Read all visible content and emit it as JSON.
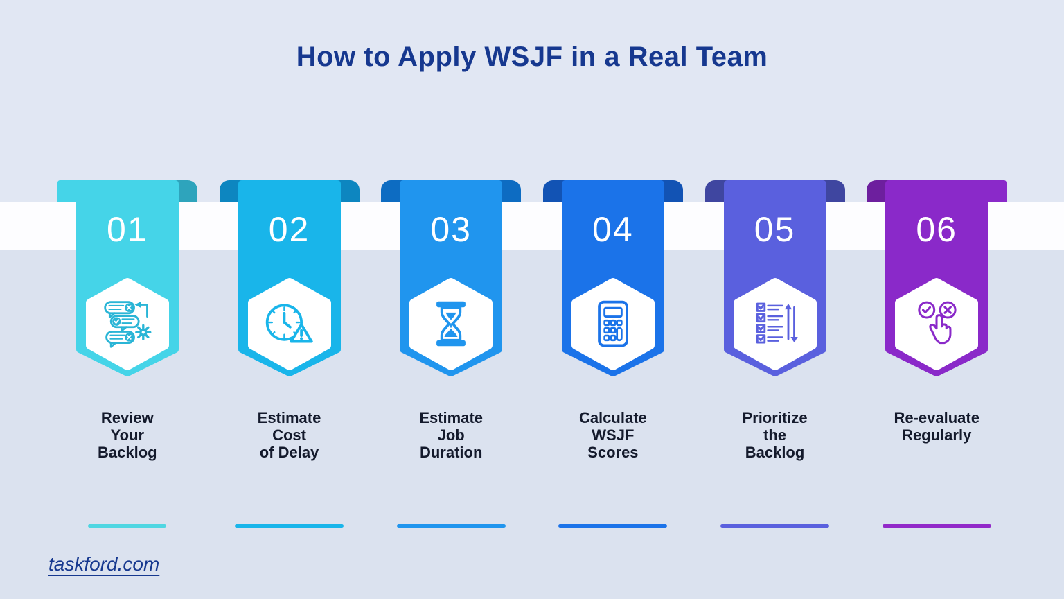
{
  "title": "How to Apply WSJF in a Real Team",
  "footer": {
    "link_text": "taskford.com"
  },
  "background": {
    "top": "#e1e7f3",
    "bottom": "#dbe2ef",
    "band": "#fdfdff"
  },
  "title_color": "#16388f",
  "label_color": "#141a2c",
  "steps": [
    {
      "number": "01",
      "label": "Review\nYour\nBacklog",
      "icon": "chat-backlog-icon",
      "colors": {
        "body": "#45d4e8",
        "tab": "#2ea4bc",
        "icon": "#2ab5d6",
        "line": "#4fd6e2"
      }
    },
    {
      "number": "02",
      "label": "Estimate\nCost\nof Delay",
      "icon": "clock-warning-icon",
      "colors": {
        "body": "#19b5ea",
        "tab": "#0d86c0",
        "icon": "#19b5ea",
        "line": "#19b5ea"
      }
    },
    {
      "number": "03",
      "label": "Estimate\nJob\nDuration",
      "icon": "hourglass-icon",
      "colors": {
        "body": "#2095ee",
        "tab": "#0d6cc2",
        "icon": "#2095ee",
        "line": "#2095ee"
      }
    },
    {
      "number": "04",
      "label": "Calculate\nWSJF\nScores",
      "icon": "calculator-icon",
      "colors": {
        "body": "#1b73e9",
        "tab": "#1253b4",
        "icon": "#1b73e9",
        "line": "#1b73e9"
      }
    },
    {
      "number": "05",
      "label": "Prioritize\nthe\nBacklog",
      "icon": "checklist-icon",
      "colors": {
        "body": "#5a60de",
        "tab": "#3f46a0",
        "icon": "#5a60de",
        "line": "#5a60de"
      }
    },
    {
      "number": "06",
      "label": "Re-evaluate\nRegularly",
      "icon": "pointer-choice-icon",
      "colors": {
        "body": "#8a29c9",
        "tab": "#6d1f9e",
        "icon": "#8a29c9",
        "line": "#9229c9"
      }
    }
  ]
}
